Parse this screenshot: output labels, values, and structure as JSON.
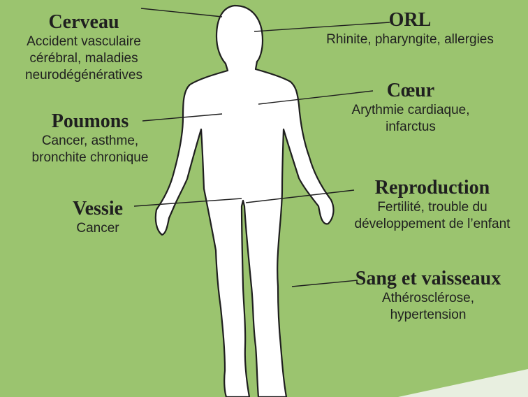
{
  "colors": {
    "background": "#9bc46f",
    "body": "#ffffff",
    "corner": "#e8efe0",
    "text": "#1f1f1f"
  },
  "organs": [
    {
      "title": "Cerveau",
      "lines": [
        "Accident vasculaire",
        "cérébral, maladies",
        "neurodégénératives"
      ]
    },
    {
      "title": "ORL",
      "lines": [
        "Rhinite, pharyngite, allergies"
      ]
    },
    {
      "title": "Cœur",
      "lines": [
        "Arythmie cardiaque,",
        "infarctus"
      ]
    },
    {
      "title": "Poumons",
      "lines": [
        "Cancer, asthme,",
        "bronchite chronique"
      ]
    },
    {
      "title": "Vessie",
      "lines": [
        "Cancer"
      ]
    },
    {
      "title": "Reproduction",
      "lines": [
        "Fertilité, trouble du",
        "développement de l’enfant"
      ]
    },
    {
      "title": "Sang et vaisseaux",
      "lines": [
        "Athérosclérose,",
        "hypertension"
      ]
    }
  ]
}
